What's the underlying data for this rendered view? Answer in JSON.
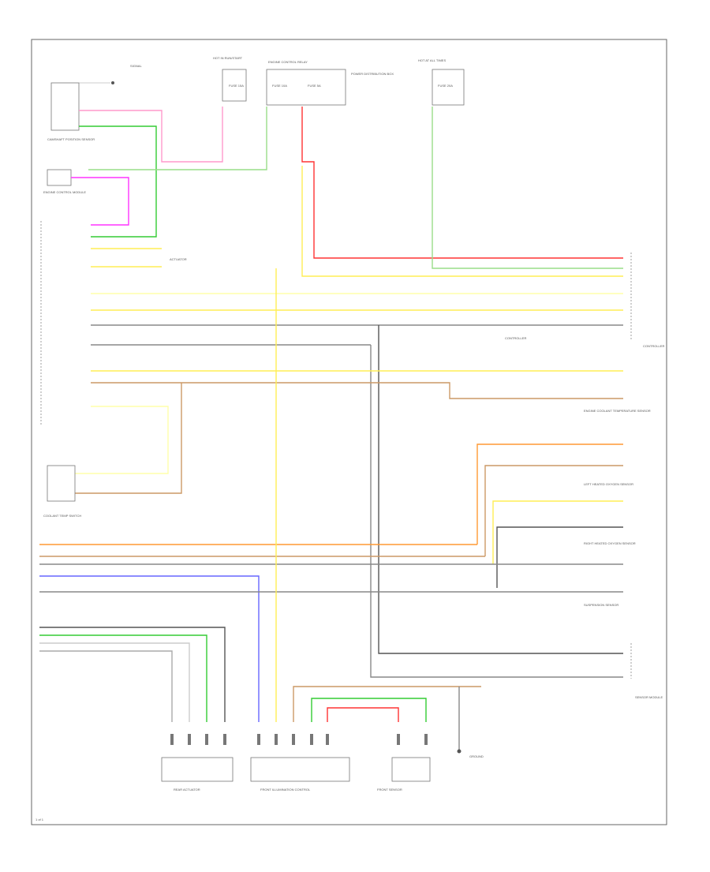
{
  "diagram": {
    "page_mark": "1 of 1",
    "colors": {
      "pink": "#ff99cc",
      "red": "#ff3333",
      "magenta": "#ff33ff",
      "green": "#33cc33",
      "lightgreen": "#99dd88",
      "yellow": "#ffee55",
      "paleyellow": "#ffffaa",
      "orange": "#ff9933",
      "blue": "#6666ff",
      "gray": "#888888",
      "darkgray": "#555555",
      "violet": "#aa66cc",
      "tan": "#cc9966"
    },
    "tiny_labels": {
      "top_fuse_a": "HOT IN RUN/START",
      "top_fuse_b": "HOT AT ALL TIMES",
      "top_relay": "ENGINE CONTROL RELAY",
      "fuse_1": "FUSE 15A",
      "fuse_2": "FUSE 10A",
      "fuse_3": "FUSE 5A",
      "dist_box": "POWER DISTRIBUTION BOX",
      "right_fuse": "FUSE 20A",
      "left_top_part": "SIGNAL",
      "sensor_1": "CAMSHAFT POSITION SENSOR",
      "sensor_2": "ENGINE CONTROL MODULE",
      "actuator": "ACTUATOR",
      "module_right": "CONTROLLER",
      "sensor_3": "ENGINE COOLANT TEMPERATURE SENSOR",
      "sensor_4": "LEFT HEATED OXYGEN SENSOR",
      "sensor_5": "RIGHT HEATED OXYGEN SENSOR",
      "sensor_6": "SUSPENSION SENSOR",
      "sensor_7": "COOLANT TEMP SWITCH",
      "bottom_1": "REAR ACTUATOR",
      "bottom_2": "FRONT ILLUMINATION CONTROL",
      "bottom_3": "FRONT SENSOR",
      "ground": "GROUND",
      "right_bottom": "SENSOR MODULE"
    }
  }
}
